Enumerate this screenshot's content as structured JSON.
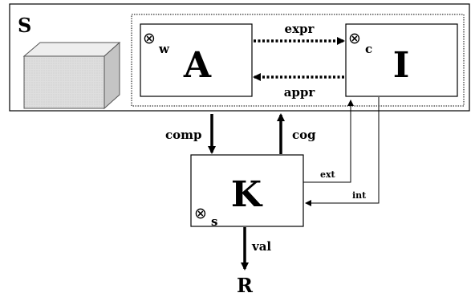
{
  "system": {
    "label": "S"
  },
  "agent": {
    "label": "A",
    "subscript": "w"
  },
  "interface": {
    "label": "I",
    "subscript": "c"
  },
  "knowledge": {
    "label": "K",
    "subscript": "s"
  },
  "result": {
    "label": "R"
  },
  "operator_symbol": "⊗",
  "arrows": {
    "expr": "expr",
    "appr": "appr",
    "comp": "comp",
    "cog": "cog",
    "ext": "ext",
    "int": "int",
    "val": "val"
  },
  "colors": {
    "ink": "#000000",
    "box_face": "#dedede",
    "box_top": "#eeeeee",
    "box_side": "#c4c4c4"
  }
}
